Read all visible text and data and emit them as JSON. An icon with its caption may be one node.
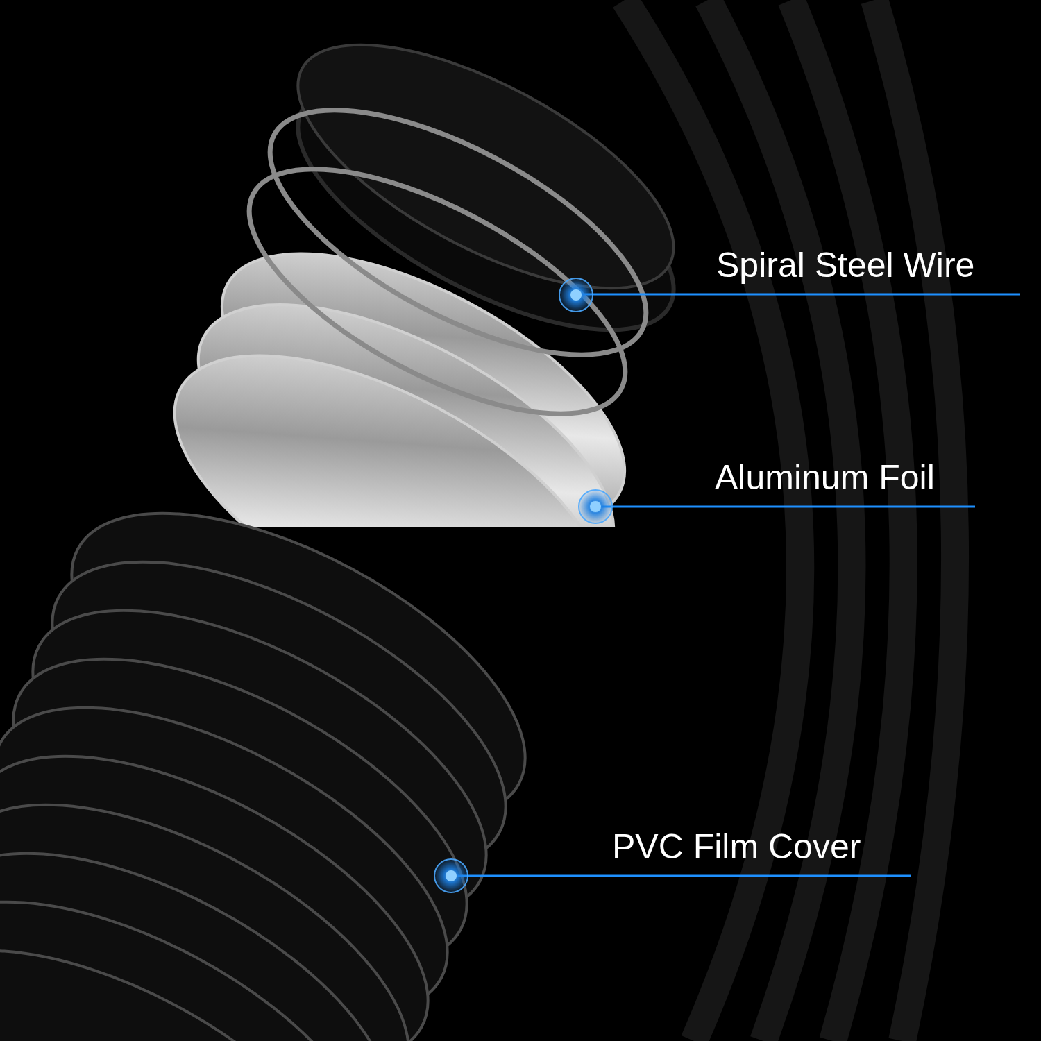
{
  "diagram": {
    "nodes": [
      {
        "text": [
          "Spiral Steel Wire"
        ]
      },
      {
        "text": [
          "Aluminum Foil"
        ]
      },
      {
        "text": [
          "PVC Film Cover"
        ]
      },
      {
        "text": [],
        "shape": "picture"
      },
      {
        "text": [],
        "shape": "picture"
      },
      {
        "text": [],
        "shape": "picture"
      }
    ],
    "edges": [
      {
        "from": 0,
        "to": 3,
        "arrow": "none"
      },
      {
        "from": 1,
        "to": 4,
        "arrow": "none"
      },
      {
        "from": 2,
        "to": 5,
        "arrow": "none"
      }
    ]
  }
}
